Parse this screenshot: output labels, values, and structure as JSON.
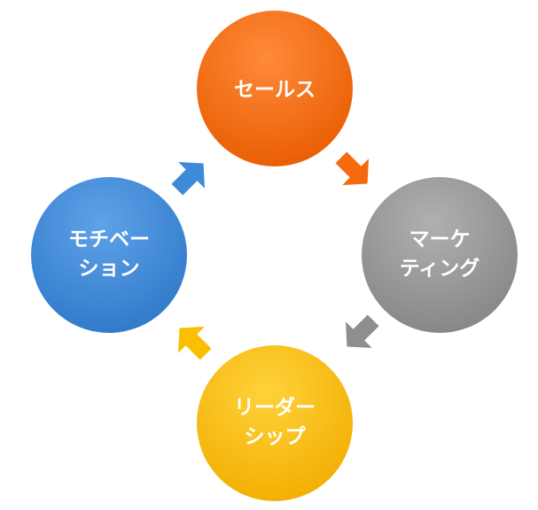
{
  "nodes": [
    {
      "id": "sales",
      "lines": [
        "セールス"
      ],
      "color": "#f56a0e"
    },
    {
      "id": "marketing",
      "lines": [
        "マーケ",
        "ティング"
      ],
      "color": "#9a9a9a"
    },
    {
      "id": "leadership",
      "lines": [
        "リーダー",
        "シップ"
      ],
      "color": "#f9bf00"
    },
    {
      "id": "motivation",
      "lines": [
        "モチベー",
        "ション"
      ],
      "color": "#3f8ad8"
    }
  ],
  "arrows": [
    {
      "from": "sales",
      "to": "marketing",
      "color": "#f56a0e",
      "icon": "arrow-icon"
    },
    {
      "from": "marketing",
      "to": "leadership",
      "color": "#8e8e8e",
      "icon": "arrow-icon"
    },
    {
      "from": "leadership",
      "to": "motivation",
      "color": "#f9bf00",
      "icon": "arrow-icon"
    },
    {
      "from": "motivation",
      "to": "sales",
      "color": "#3f8ad8",
      "icon": "arrow-icon"
    }
  ]
}
